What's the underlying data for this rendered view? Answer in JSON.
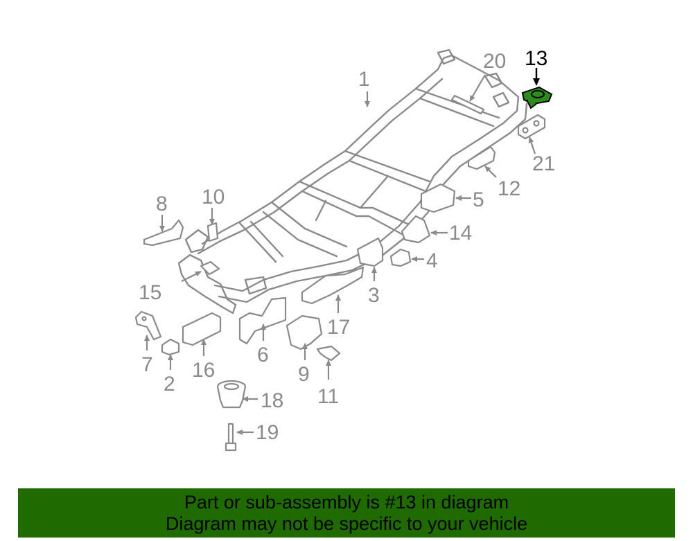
{
  "diagram": {
    "highlight_part": "13",
    "highlight_color": "#2e8b1e",
    "line_color": "#8a8a8a",
    "labels": [
      {
        "id": "1",
        "text": "1"
      },
      {
        "id": "2",
        "text": "2"
      },
      {
        "id": "3",
        "text": "3"
      },
      {
        "id": "4",
        "text": "4"
      },
      {
        "id": "5",
        "text": "5"
      },
      {
        "id": "6",
        "text": "6"
      },
      {
        "id": "7",
        "text": "7"
      },
      {
        "id": "8",
        "text": "8"
      },
      {
        "id": "9",
        "text": "9"
      },
      {
        "id": "10",
        "text": "10"
      },
      {
        "id": "11",
        "text": "11"
      },
      {
        "id": "12",
        "text": "12"
      },
      {
        "id": "13",
        "text": "13"
      },
      {
        "id": "14",
        "text": "14"
      },
      {
        "id": "15",
        "text": "15"
      },
      {
        "id": "16",
        "text": "16"
      },
      {
        "id": "17",
        "text": "17"
      },
      {
        "id": "18",
        "text": "18"
      },
      {
        "id": "19",
        "text": "19"
      },
      {
        "id": "20",
        "text": "20"
      },
      {
        "id": "21",
        "text": "21"
      }
    ]
  },
  "banner": {
    "line1": "Part or sub-assembly is #13 in diagram",
    "line2": "Diagram may not be specific to your vehicle",
    "background": "#1f6b00"
  }
}
